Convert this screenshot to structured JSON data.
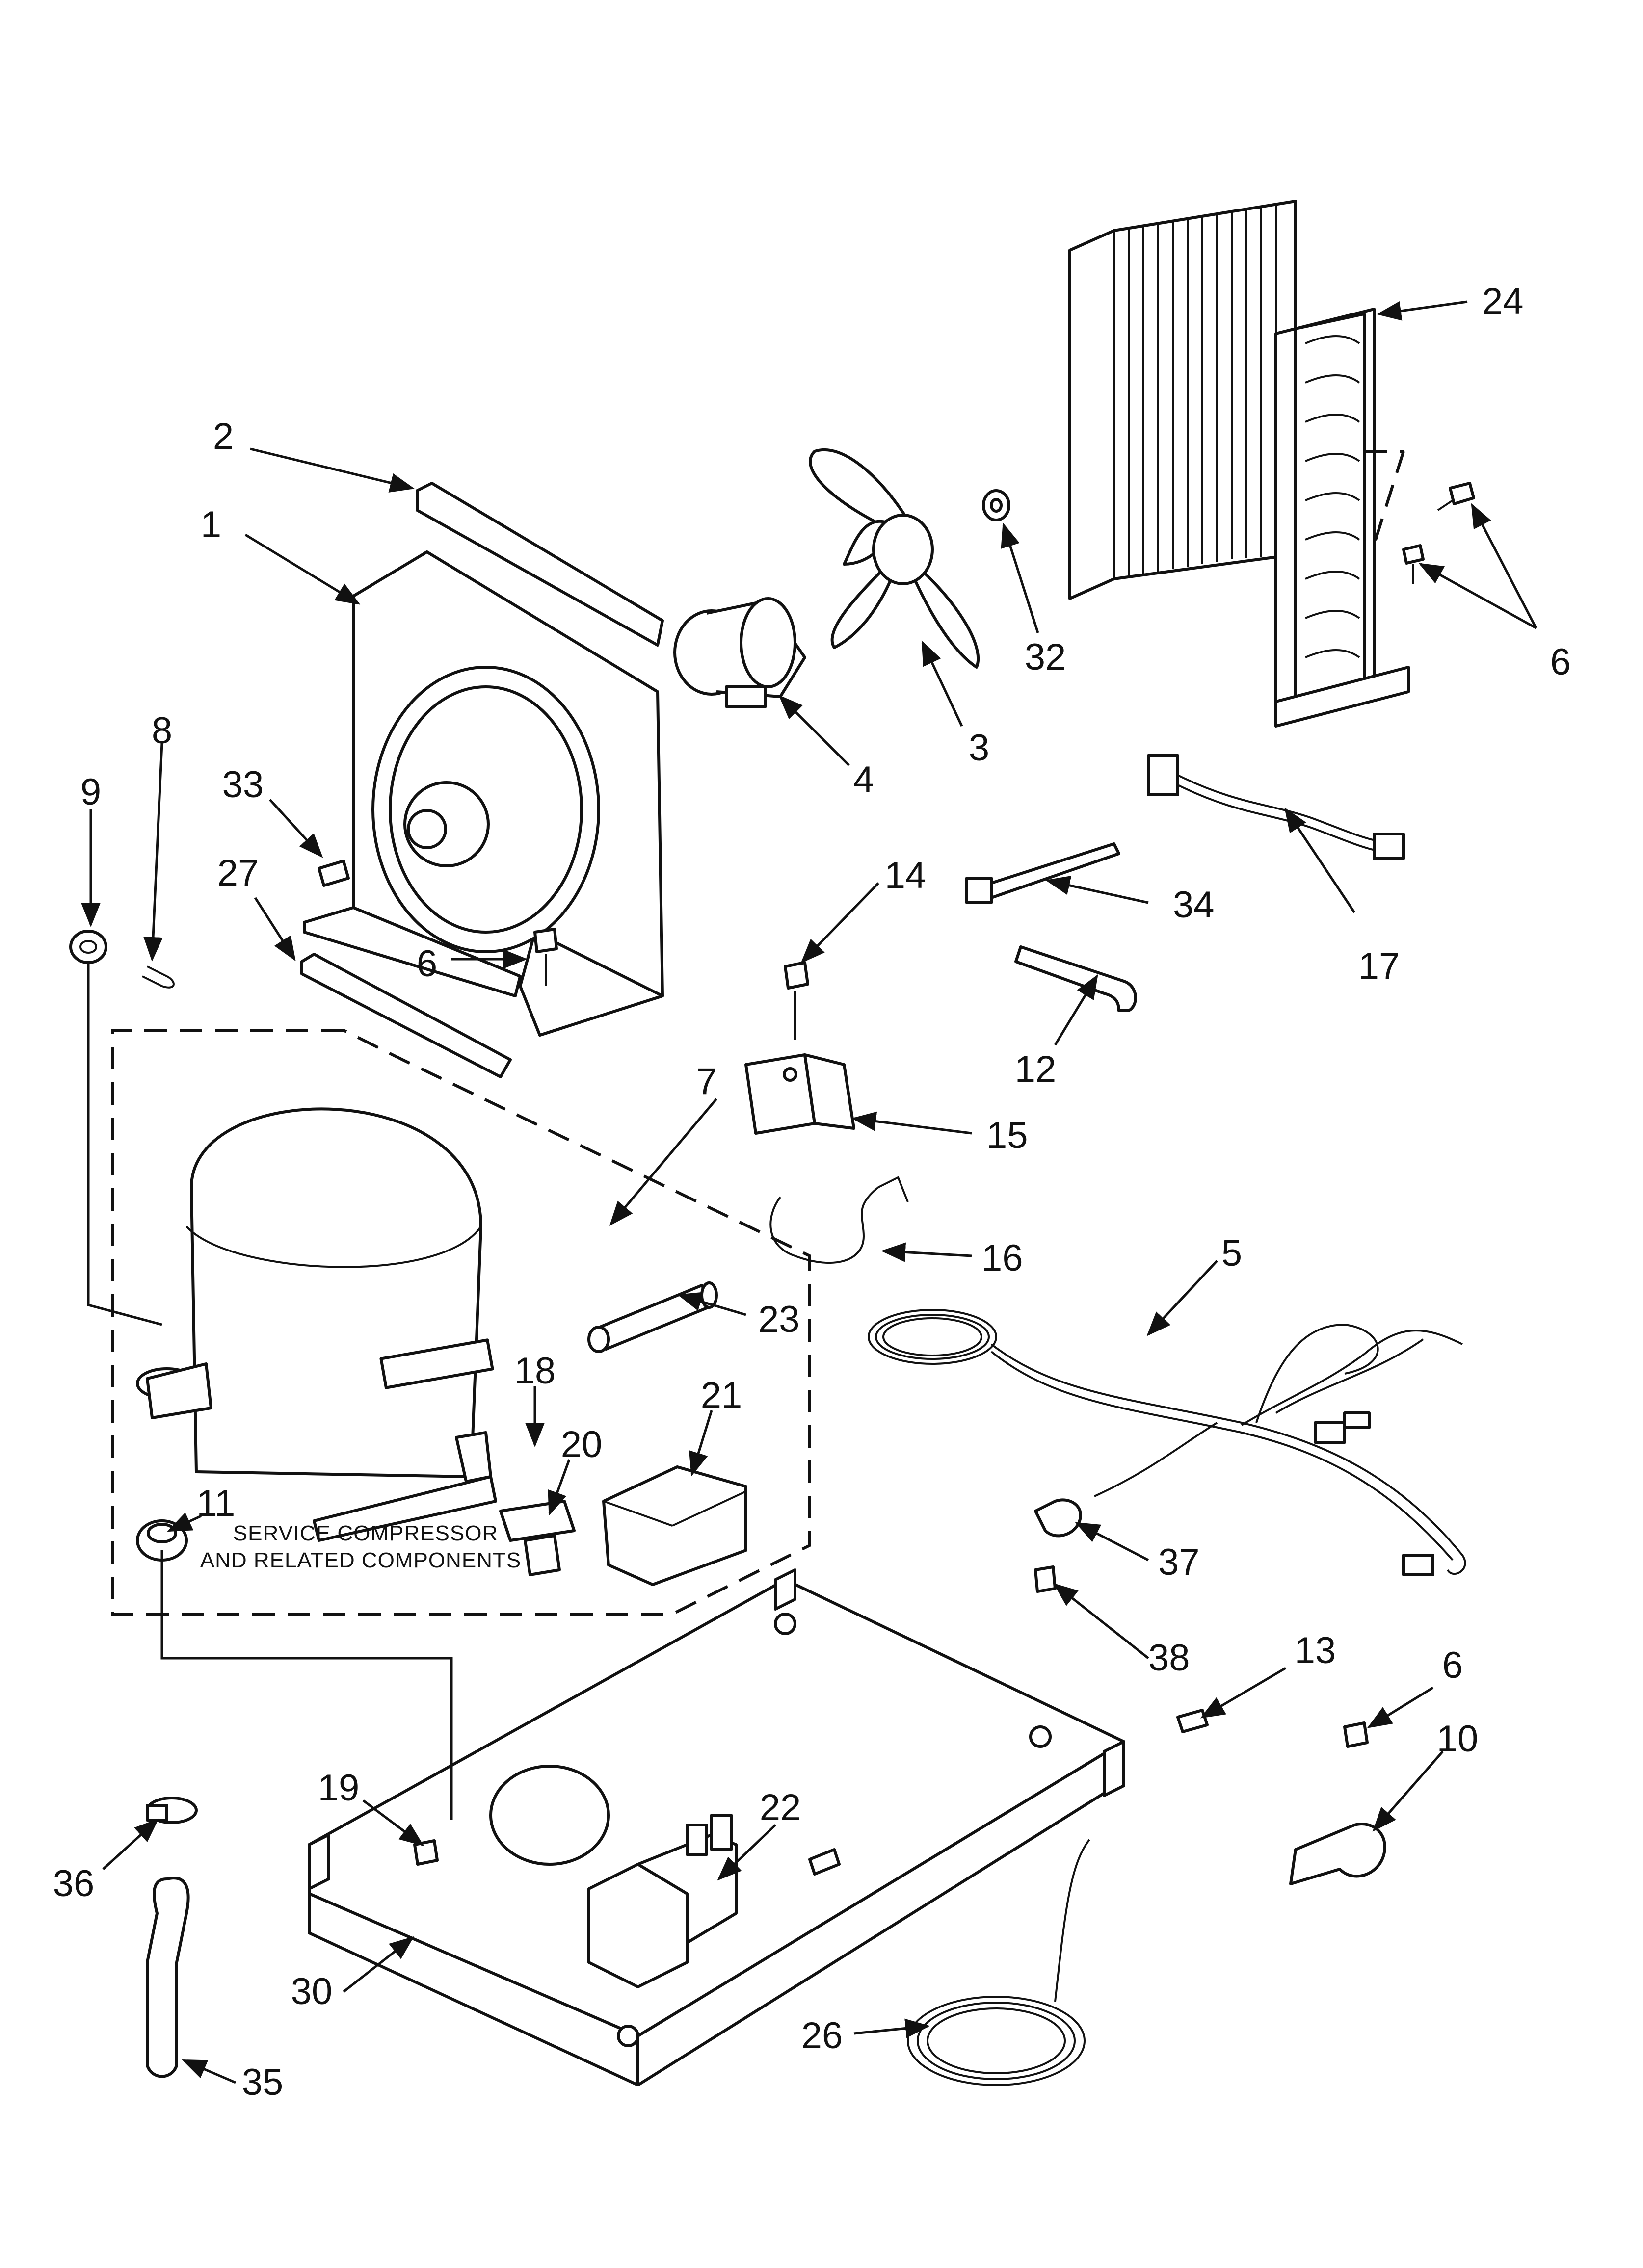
{
  "callouts": [
    "1",
    "2",
    "3",
    "4",
    "5",
    "6",
    "7",
    "8",
    "9",
    "10",
    "11",
    "12",
    "13",
    "14",
    "15",
    "16",
    "17",
    "18",
    "19",
    "20",
    "21",
    "22",
    "23",
    "24",
    "26",
    "27",
    "30",
    "32",
    "33",
    "34",
    "35",
    "36",
    "37",
    "38"
  ],
  "service_note": {
    "line1": "SERVICE COMPRESSOR",
    "line2": "AND RELATED COMPONENTS"
  }
}
